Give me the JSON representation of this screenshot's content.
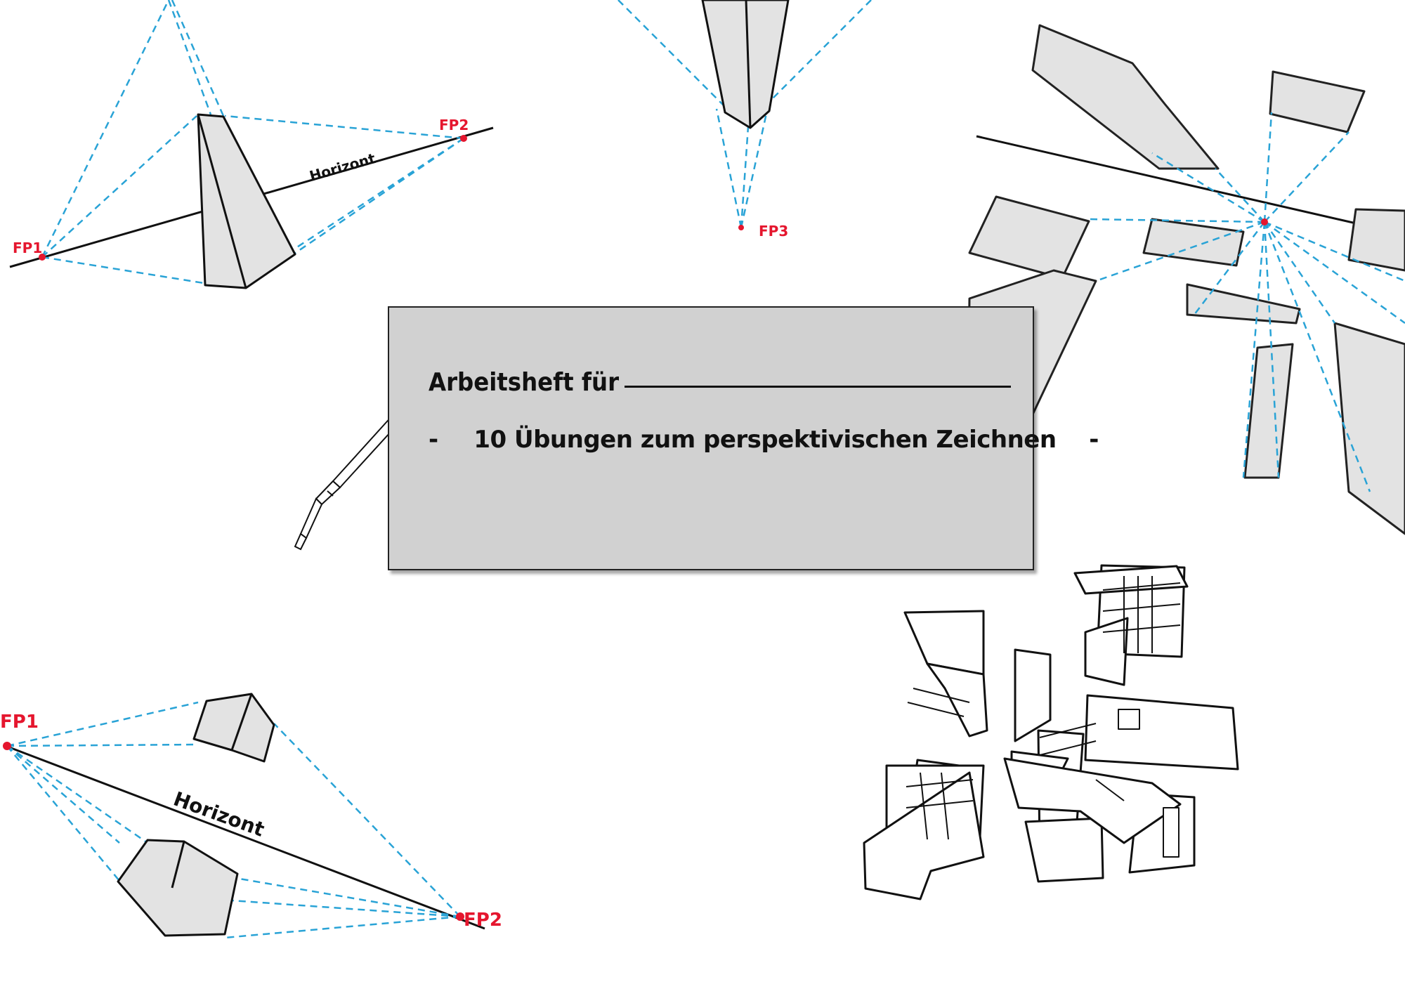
{
  "cover": {
    "title": "Arbeitsheft für",
    "subtitle_dash_left": "-",
    "subtitle": "10 Übungen zum perspektivischen Zeichnen",
    "subtitle_dash_right": "-"
  },
  "sketch_labels": {
    "fp1_top": "FP1",
    "fp2_top": "FP2",
    "horizon_top": "Horizont",
    "fp3": "FP3",
    "fp1_bottom": "FP1",
    "fp2_bottom": "FP2",
    "horizon_bottom": "Horizont"
  },
  "colors": {
    "guide_line": "#29a3d6",
    "vanishing_point": "#e5162e",
    "shape_fill": "#e3e3e3",
    "box_fill": "#d1d1d1"
  }
}
